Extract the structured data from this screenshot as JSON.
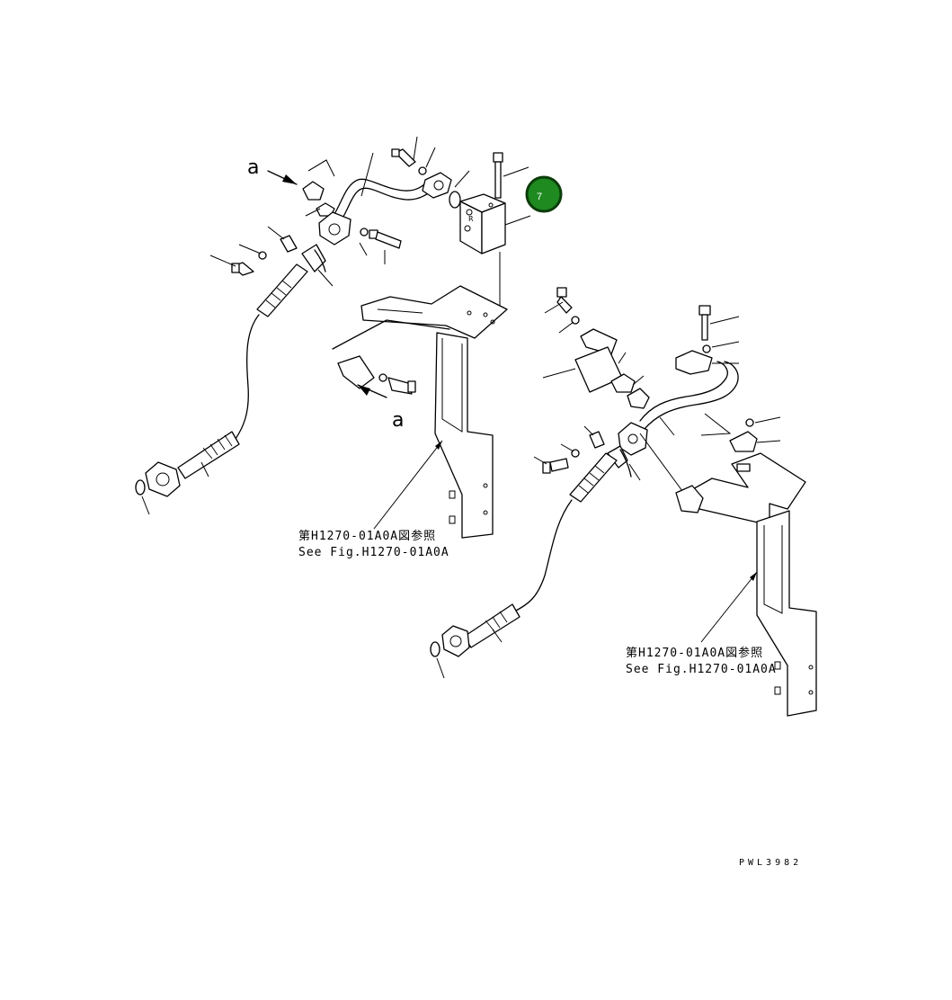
{
  "callouts": [
    {
      "id": "ref-left",
      "jp": "第H1270-01A0A図参照",
      "en": "See Fig.H1270-01A0A"
    },
    {
      "id": "ref-right",
      "jp": "第H1270-01A0A図参照",
      "en": "See Fig.H1270-01A0A"
    }
  ],
  "view_labels": {
    "top": "a",
    "bottom": "a"
  },
  "marker": {
    "number": "7",
    "color": "#1f8a1f",
    "ring_color": "#0b3d0b"
  },
  "drawing_code": "PWL3982"
}
